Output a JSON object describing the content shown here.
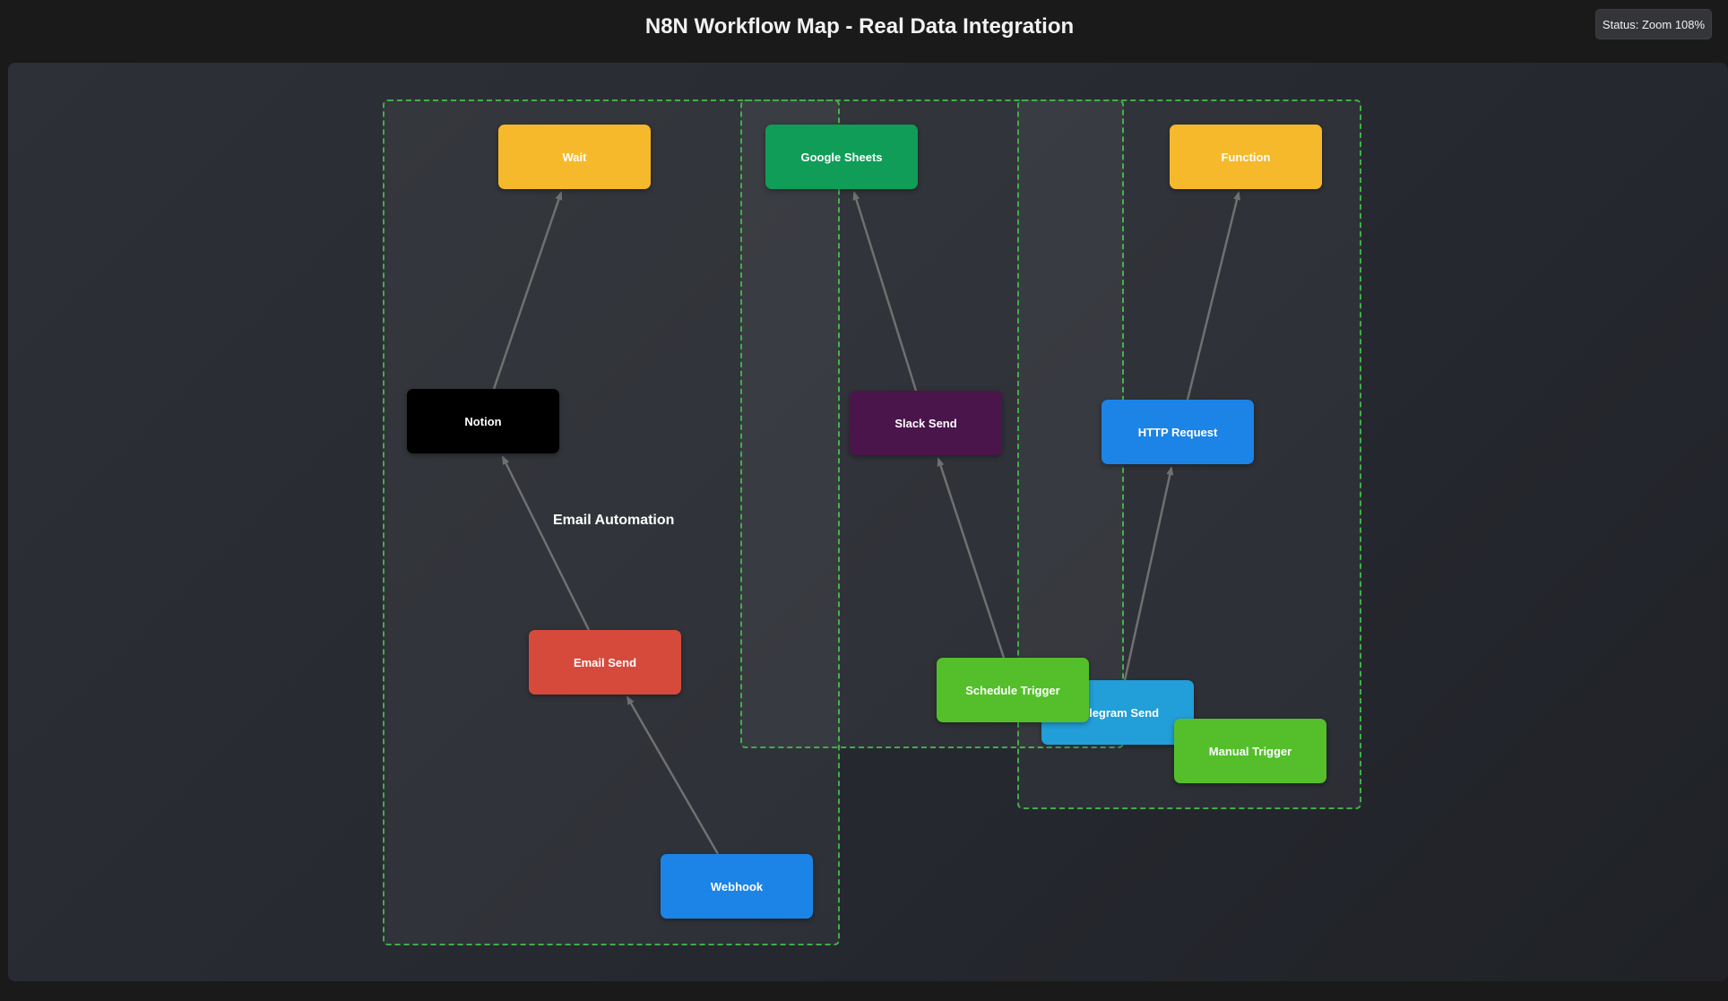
{
  "header": {
    "title": "N8N Workflow Map - Real Data Integration",
    "status": "Status: Zoom 108%"
  },
  "groups": {
    "email_automation": {
      "label": "Email Automation"
    },
    "middle": {
      "label": ""
    },
    "right": {
      "label": ""
    }
  },
  "nodes": {
    "wait": {
      "label": "Wait",
      "color": "#f6b92b"
    },
    "notion": {
      "label": "Notion",
      "color": "#000000"
    },
    "email_send": {
      "label": "Email Send",
      "color": "#d64a3c"
    },
    "webhook": {
      "label": "Webhook",
      "color": "#1c84e6"
    },
    "google_sheets": {
      "label": "Google Sheets",
      "color": "#0f9d58"
    },
    "slack_send": {
      "label": "Slack Send",
      "color": "#4a154b"
    },
    "schedule_trigger": {
      "label": "Schedule Trigger",
      "color": "#54bf2b"
    },
    "telegram_send": {
      "label": "Telegram Send",
      "color": "#229ed9"
    },
    "http_request": {
      "label": "HTTP Request",
      "color": "#1c84e6"
    },
    "function": {
      "label": "Function",
      "color": "#f6b92b"
    },
    "manual_trigger": {
      "label": "Manual Trigger",
      "color": "#54bf2b"
    }
  },
  "colors": {
    "group_border": "#3fae48",
    "edge": "#707070",
    "canvas": "#2a2d33"
  }
}
